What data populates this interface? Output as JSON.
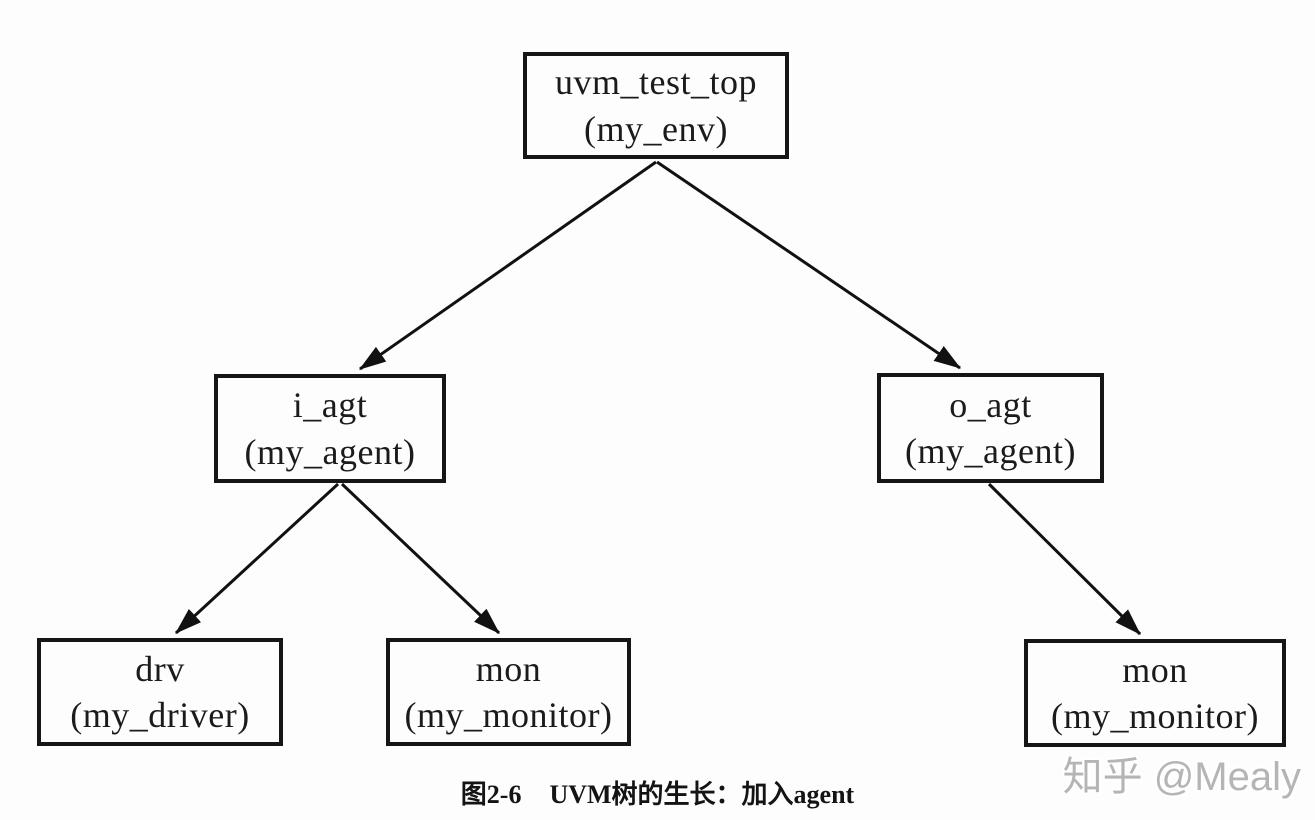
{
  "figure": {
    "caption_label": "图2-6",
    "caption_title": "UVM树的生长：加入agent"
  },
  "watermark": {
    "text": "知乎 @Mealy"
  },
  "colors": {
    "line": "#111111",
    "box_border": "#161616",
    "text": "#1b1b1b",
    "watermark": "#b5b5b5",
    "background": "#fdfdfd"
  },
  "diagram": {
    "type": "tree",
    "nodes": [
      {
        "id": "uvm_test_top",
        "line1": "uvm_test_top",
        "line2": "(my_env)"
      },
      {
        "id": "i_agt",
        "line1": "i_agt",
        "line2": "(my_agent)"
      },
      {
        "id": "o_agt",
        "line1": "o_agt",
        "line2": "(my_agent)"
      },
      {
        "id": "drv",
        "line1": "drv",
        "line2": "(my_driver)"
      },
      {
        "id": "mon_i",
        "line1": "mon",
        "line2": "(my_monitor)"
      },
      {
        "id": "mon_o",
        "line1": "mon",
        "line2": "(my_monitor)"
      }
    ],
    "edges": [
      {
        "from": "uvm_test_top",
        "to": "i_agt"
      },
      {
        "from": "uvm_test_top",
        "to": "o_agt"
      },
      {
        "from": "i_agt",
        "to": "drv"
      },
      {
        "from": "i_agt",
        "to": "mon_i"
      },
      {
        "from": "o_agt",
        "to": "mon_o"
      }
    ]
  }
}
